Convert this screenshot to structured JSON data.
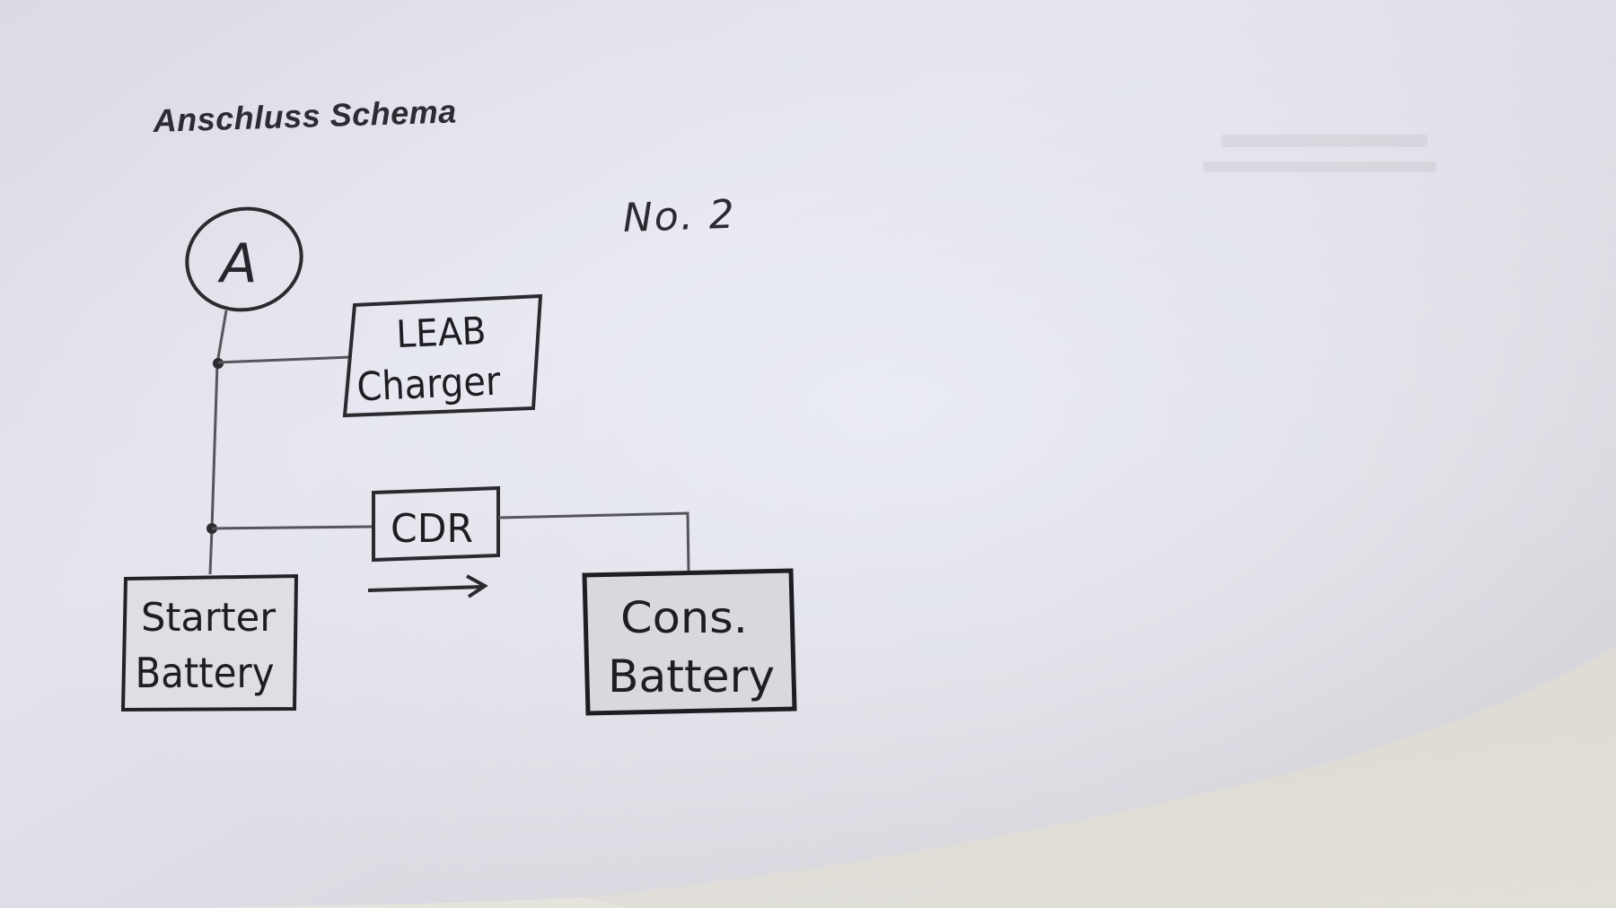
{
  "document": {
    "title": "Anschluss Schema",
    "number_label": "No. 2"
  },
  "diagram": {
    "terminal": {
      "label": "A"
    },
    "nodes": {
      "leab_charger": {
        "line1": "LEAB",
        "line2": "Charger"
      },
      "cdr": {
        "label": "CDR"
      },
      "starter_battery": {
        "line1": "Starter",
        "line2": "Battery"
      },
      "cons_battery": {
        "line1": "Cons.",
        "line2": "Battery"
      }
    },
    "flow_arrow": {
      "direction": "starter-to-consumer"
    }
  },
  "colors": {
    "paper_light": "#e4e5ee",
    "paper_shadow": "#c9c9ce",
    "background_surface": "#e9e6de",
    "ink": "#222226",
    "wire": "#55555a"
  }
}
